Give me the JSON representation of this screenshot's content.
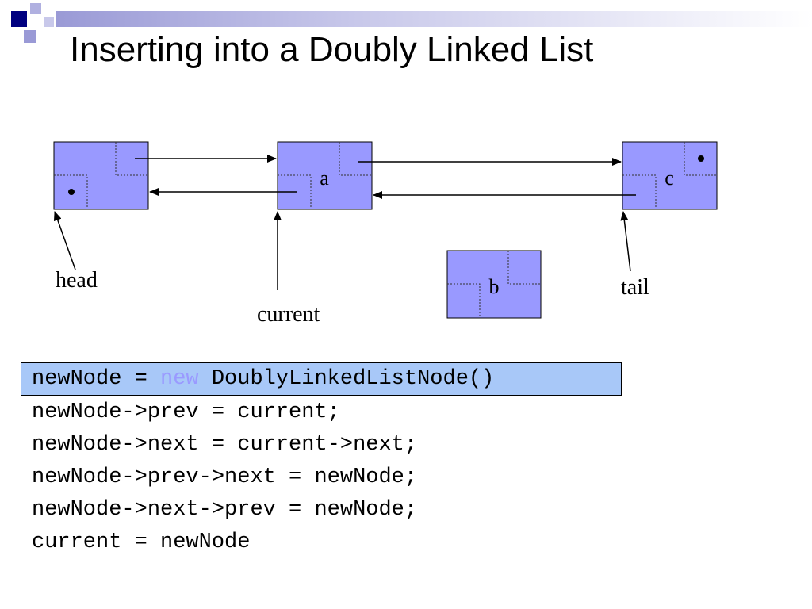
{
  "title": "Inserting into a Doubly Linked List",
  "colors": {
    "node_fill": "#9999ff",
    "code_highlight": "#a8c8f8",
    "keyword": "#9a9aff"
  },
  "nodes": [
    {
      "id": "head-sentinel",
      "label": ""
    },
    {
      "id": "a",
      "label": "a"
    },
    {
      "id": "c",
      "label": "c"
    },
    {
      "id": "b",
      "label": "b"
    }
  ],
  "pointers": {
    "head": "head",
    "current": "current",
    "tail": "tail"
  },
  "code": {
    "line1_pre": "newNode = ",
    "line1_kw": "new",
    "line1_post": " DoublyLinkedListNode()",
    "lines": [
      "newNode->prev = current;",
      "newNode->next = current->next;",
      "newNode->prev->next = newNode;",
      "newNode->next->prev = newNode;",
      "current = newNode"
    ]
  }
}
